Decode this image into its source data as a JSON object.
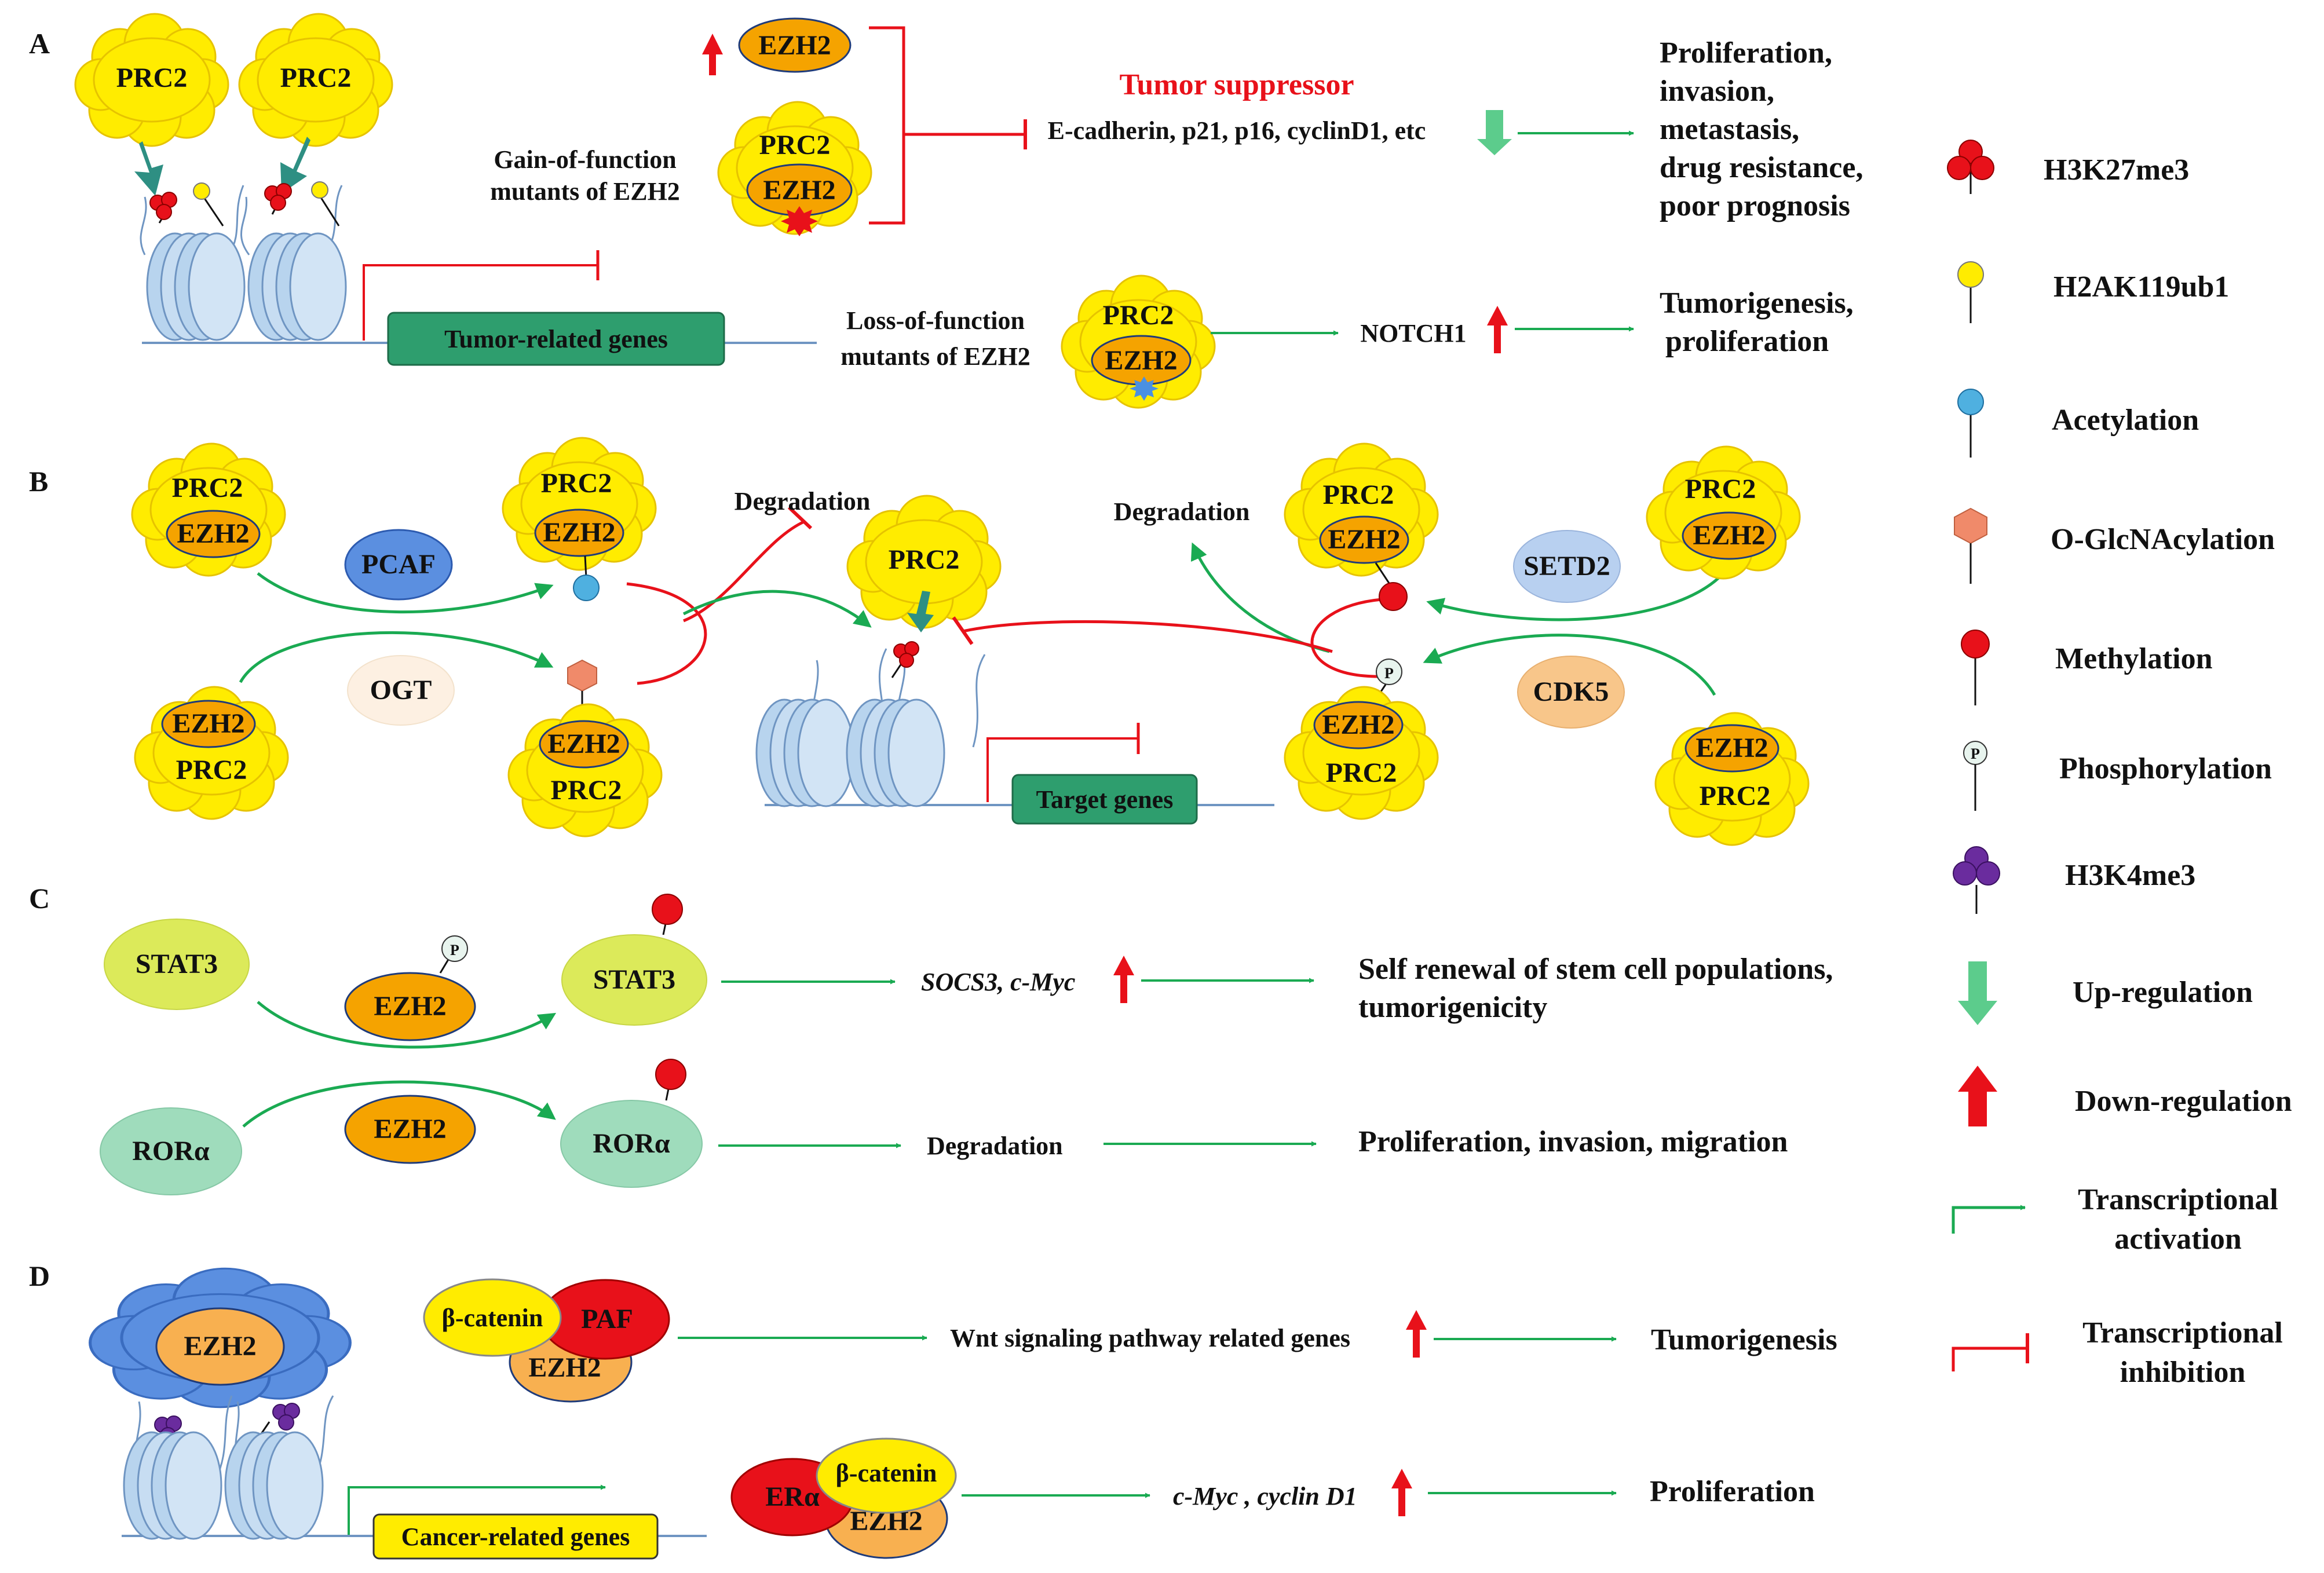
{
  "colors": {
    "cloud": "#ffec00",
    "ezh2": "#f5a300",
    "stat3": "#dcea5a",
    "rora": "#9fdcbc",
    "activation": "#1aaa52",
    "inhibition": "#e8111a",
    "nucleosome": "#b8d4ee",
    "gene_box": "#2e9e6e"
  },
  "panels": {
    "a": "A",
    "b": "B",
    "c": "C",
    "d": "D"
  },
  "panel_a": {
    "prc2": "PRC2",
    "ezh2": "EZH2",
    "gain_label_1": "Gain-of-function",
    "gain_label_2": "mutants of EZH2",
    "loss_label_1": "Loss-of-function",
    "loss_label_2": "mutants of EZH2",
    "tumor_suppressor": "Tumor suppressor",
    "suppressor_genes": "E-cadherin, p21, p16, cyclinD1, etc",
    "outcome_1": [
      "Proliferation,",
      "invasion,",
      "metastasis,",
      "drug resistance,",
      "poor prognosis"
    ],
    "tumor_related_genes": "Tumor-related genes",
    "notch1": "NOTCH1",
    "outcome_2": [
      "Tumorigenesis,",
      "proliferation"
    ]
  },
  "panel_b": {
    "prc2": "PRC2",
    "ezh2": "EZH2",
    "pcaf": "PCAF",
    "ogt": "OGT",
    "setd2": "SETD2",
    "cdk5": "CDK5",
    "degradation_left": "Degradation",
    "degradation_right": "Degradation",
    "target_genes": "Target genes",
    "phospho_symbol": "P"
  },
  "panel_c": {
    "stat3": "STAT3",
    "ezh2": "EZH2",
    "rora": "RORα",
    "socs3_cmyc": "SOCS3, c-Myc",
    "outcome_1": [
      "Self renewal of stem cell populations,",
      "tumorigenicity"
    ],
    "degradation": "Degradation",
    "outcome_2": "Proliferation, invasion, migration",
    "phospho_symbol": "P"
  },
  "panel_d": {
    "ezh2": "EZH2",
    "beta_catenin": "β-catenin",
    "paf": "PAF",
    "era": "ERα",
    "wnt_genes": "Wnt signaling pathway related genes",
    "outcome_1": "Tumorigenesis",
    "cmyc_cyclind1": "c-Myc , cyclin D1",
    "outcome_2": "Proliferation",
    "cancer_related_genes": "Cancer-related genes"
  },
  "legend": {
    "h3k27me3": "H3K27me3",
    "h2ak119ub1": "H2AK119ub1",
    "acetylation": "Acetylation",
    "oglcnac": "O-GlcNAcylation",
    "methylation": "Methylation",
    "phosphorylation": "Phosphorylation",
    "h3k4me3": "H3K4me3",
    "up_regulation": "Up-regulation",
    "down_regulation": "Down-regulation",
    "transcriptional_activation": [
      "Transcriptional",
      "activation"
    ],
    "transcriptional_inhibition": [
      "Transcriptional",
      "inhibition"
    ],
    "phospho_symbol": "P"
  }
}
